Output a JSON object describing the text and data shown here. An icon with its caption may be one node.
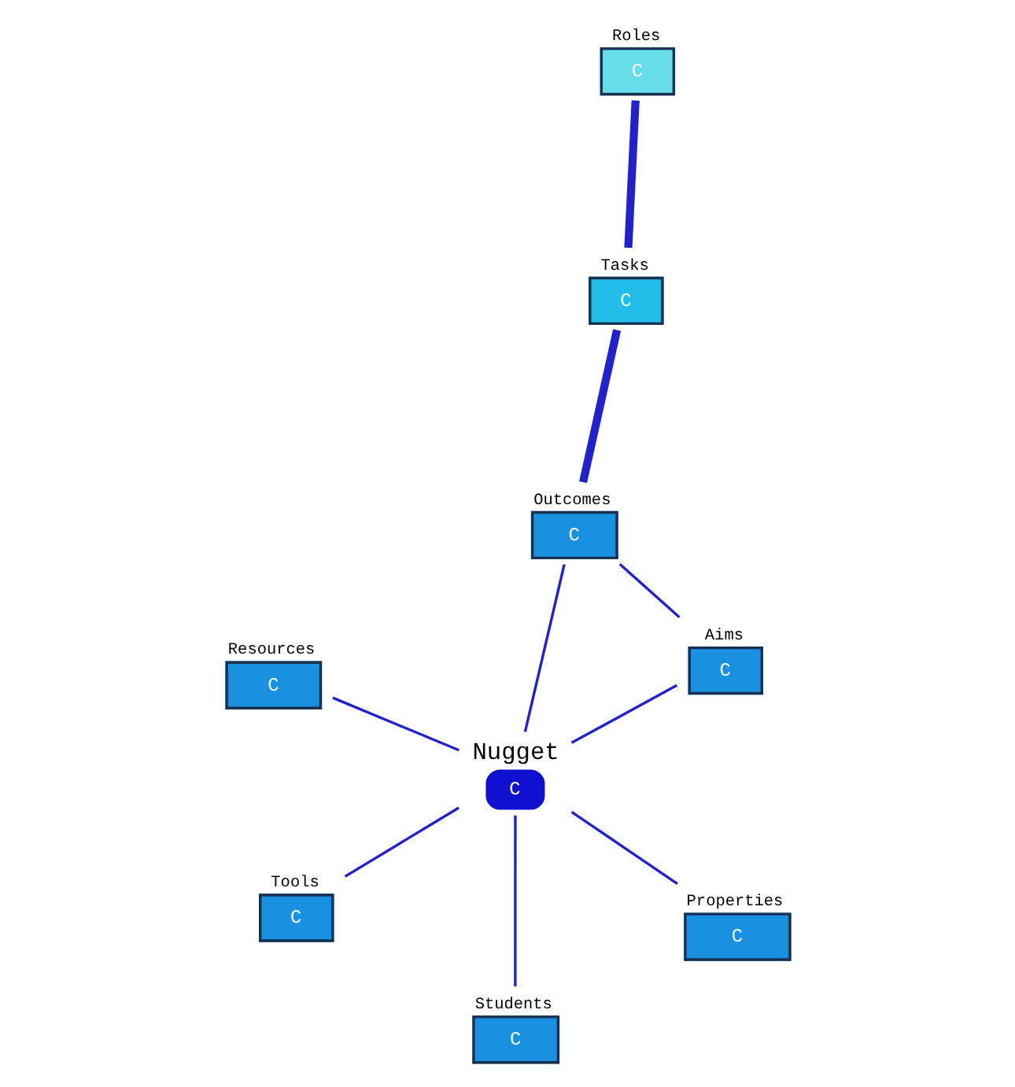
{
  "diagram": {
    "nodes": [
      {
        "text": [
          "Roles",
          "C"
        ]
      },
      {
        "text": [
          "Tasks",
          "C"
        ]
      },
      {
        "text": [
          "Outcomes",
          "C"
        ]
      },
      {
        "text": [
          "Resources",
          "C"
        ]
      },
      {
        "text": [
          "Aims",
          "C"
        ]
      },
      {
        "text": [
          "Nugget",
          "C"
        ]
      },
      {
        "text": [
          "Tools",
          "C"
        ]
      },
      {
        "text": [
          "Properties",
          "C"
        ]
      },
      {
        "text": [
          "Students",
          "C"
        ]
      }
    ],
    "edges": [
      {
        "from": 1,
        "to": 0,
        "arrow": "none",
        "style": "thick"
      },
      {
        "from": 1,
        "to": 2,
        "arrow": "none",
        "style": "thick"
      },
      {
        "from": 2,
        "to": 4,
        "arrow": "none"
      },
      {
        "from": 2,
        "to": 5,
        "arrow": "none"
      },
      {
        "from": 4,
        "to": 5,
        "arrow": "none"
      },
      {
        "from": 3,
        "to": 5,
        "arrow": "none"
      },
      {
        "from": 6,
        "to": 5,
        "arrow": "none"
      },
      {
        "from": 8,
        "to": 5,
        "arrow": "none"
      },
      {
        "from": 7,
        "to": 5,
        "arrow": "none"
      }
    ]
  }
}
